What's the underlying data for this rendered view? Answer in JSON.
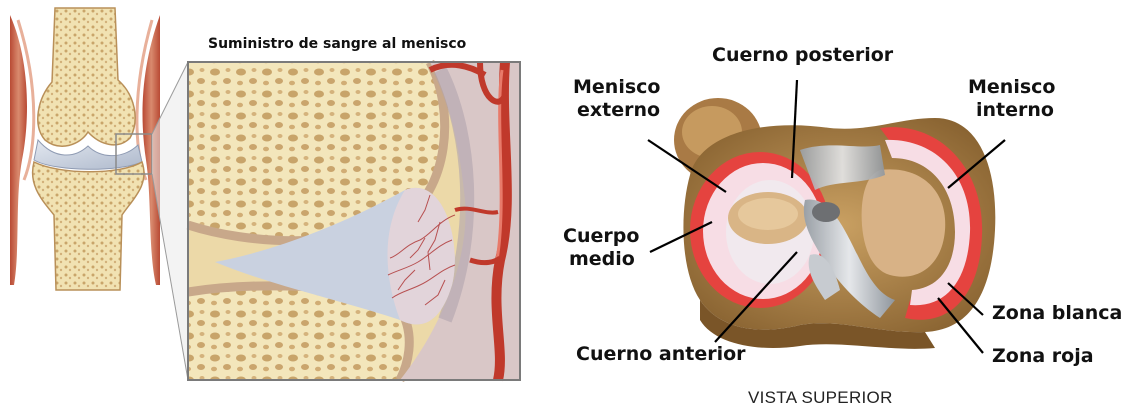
{
  "inset_title": "Suministro de sangre al menisco",
  "labels": {
    "cuerno_posterior": "Cuerno posterior",
    "menisco_externo_1": "Menisco",
    "menisco_externo_2": "externo",
    "menisco_interno_1": "Menisco",
    "menisco_interno_2": "interno",
    "cuerpo_medio_1": "Cuerpo",
    "cuerpo_medio_2": "medio",
    "cuerno_anterior": "Cuerno anterior",
    "zona_blanca": "Zona blanca",
    "zona_roja": "Zona roja"
  },
  "caption": "VISTA SUPERIOR",
  "colors": {
    "bone": "#f1e3b4",
    "bone_pore": "#c9a76b",
    "muscle": "#c9573f",
    "cartilage": "#c9d2e2",
    "artery": "#c0392b",
    "meniscus_red": "#e2453e",
    "meniscus_white": "#f6dfe6"
  }
}
